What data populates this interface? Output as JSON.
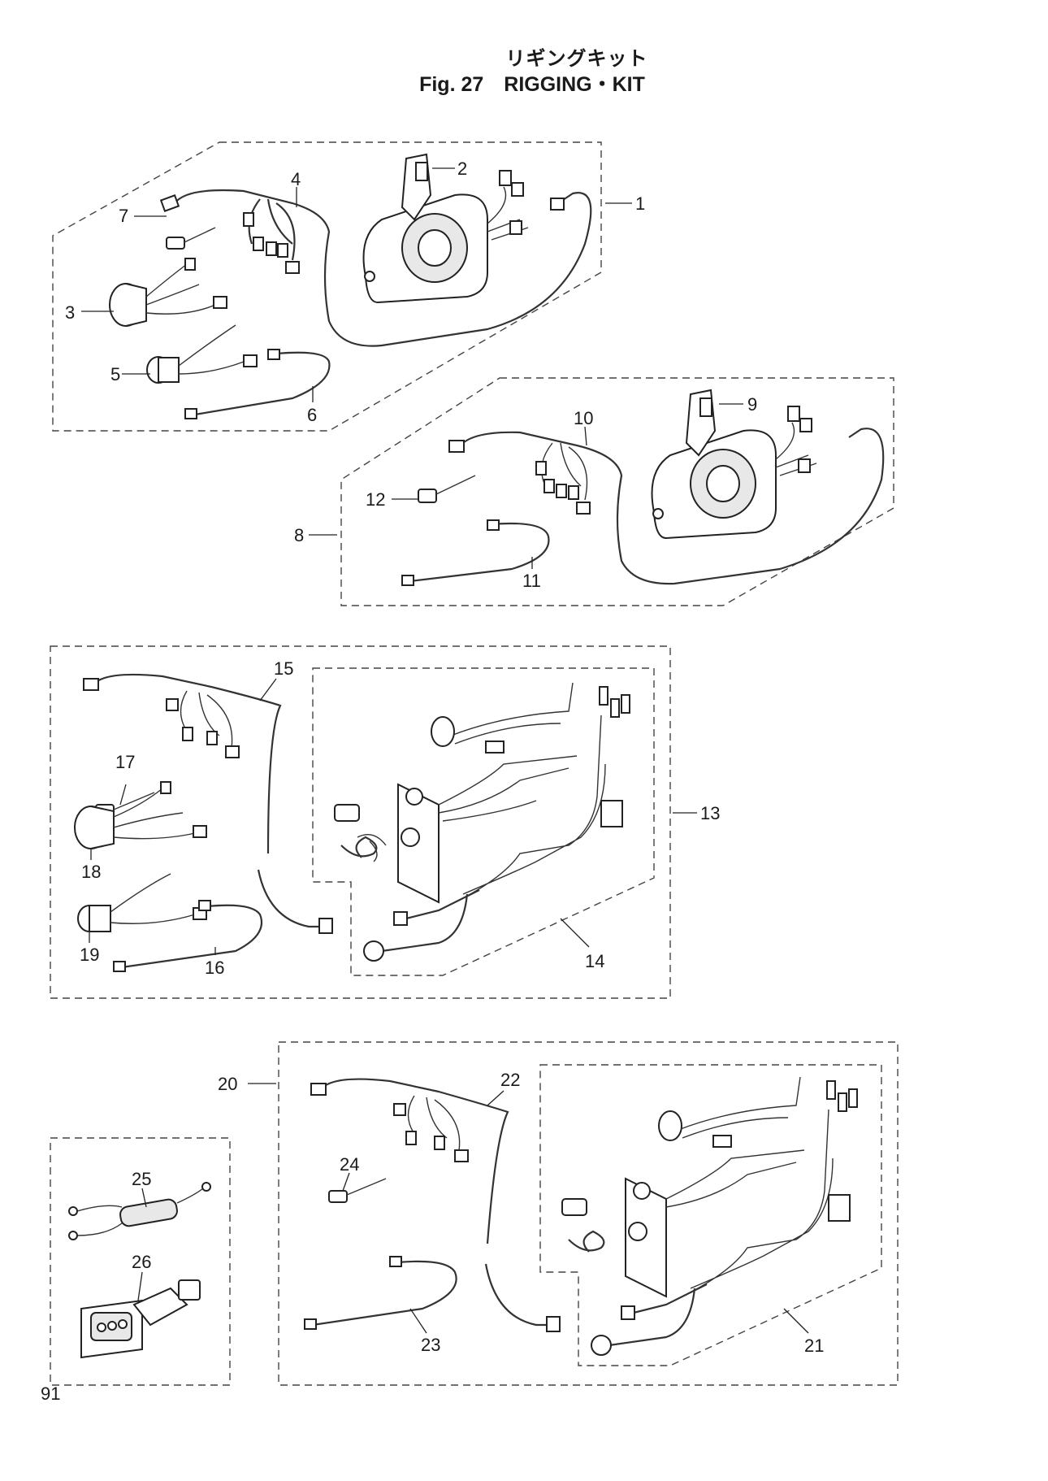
{
  "title": {
    "japanese": "リギングキット",
    "english": "Fig. 27　RIGGING・KIT"
  },
  "page_number": "91",
  "callouts": [
    "1",
    "2",
    "3",
    "4",
    "5",
    "6",
    "7",
    "8",
    "9",
    "10",
    "11",
    "12",
    "13",
    "14",
    "15",
    "16",
    "17",
    "18",
    "19",
    "20",
    "21",
    "22",
    "23",
    "24",
    "25",
    "26"
  ]
}
